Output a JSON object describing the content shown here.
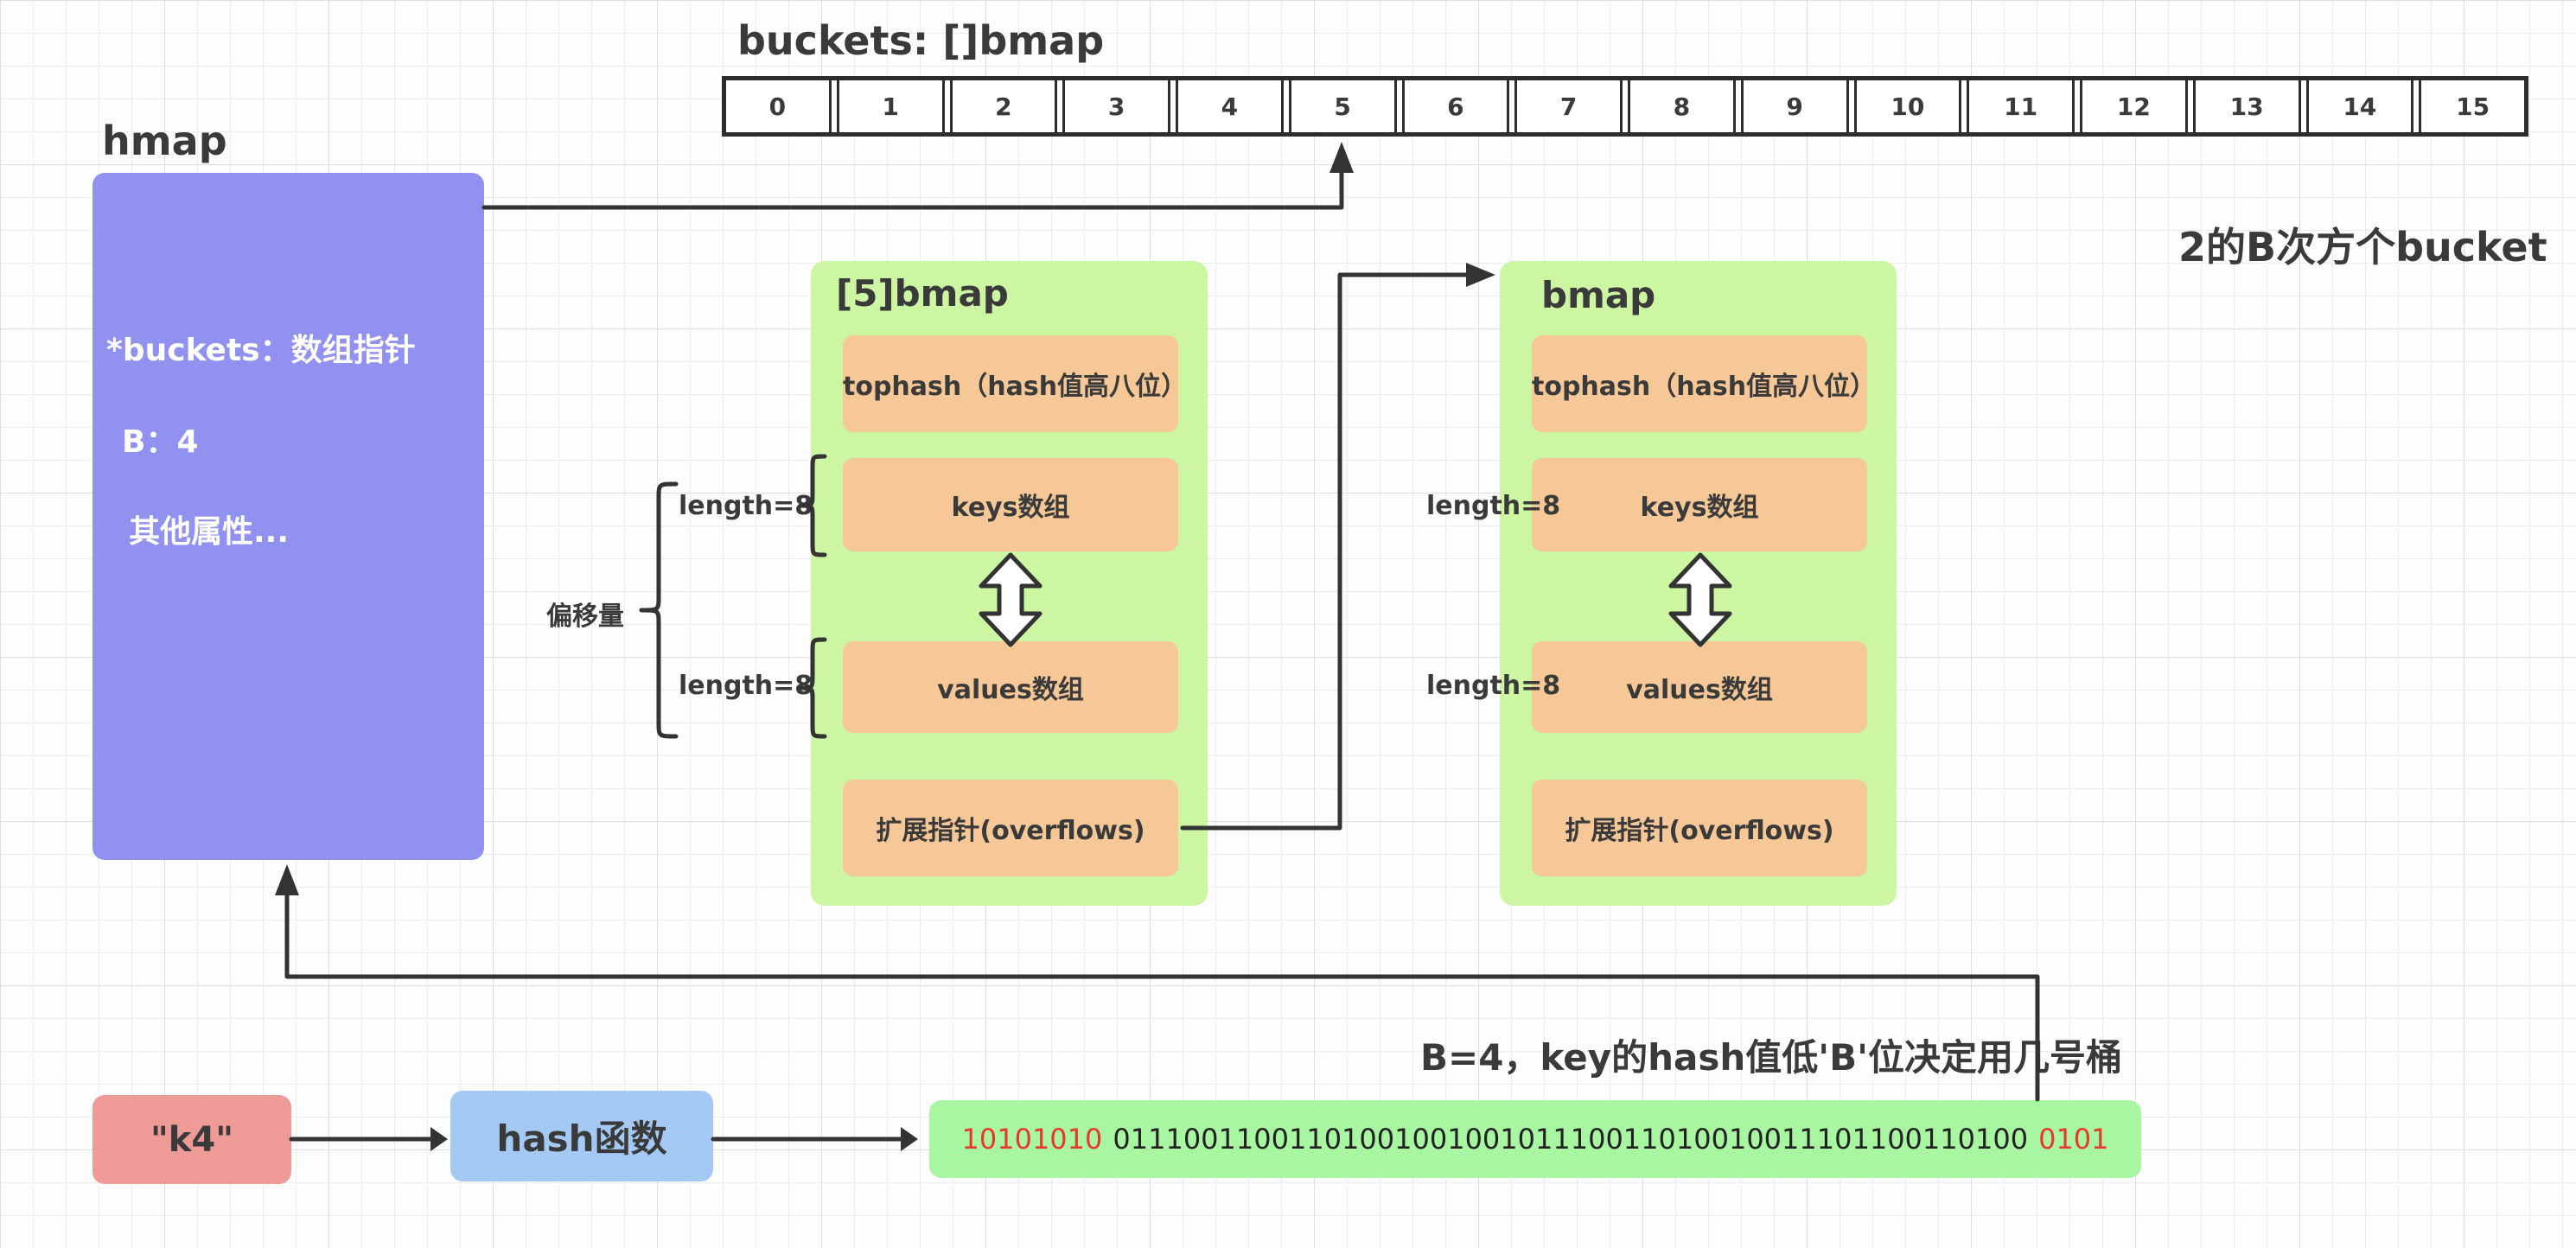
{
  "page": {
    "title": "buckets: []bmap",
    "bucket_note": "2的B次方个bucket",
    "flow_note": "B=4，key的hash值低'B'位决定用几号桶"
  },
  "buckets": {
    "cells": [
      "0",
      "1",
      "2",
      "3",
      "4",
      "5",
      "6",
      "7",
      "8",
      "9",
      "10",
      "11",
      "12",
      "13",
      "14",
      "15"
    ]
  },
  "hmap": {
    "label": "hmap",
    "fields": [
      "*buckets：数组指针",
      "B：4",
      "其他属性..."
    ]
  },
  "bucket5": {
    "title": "[5]bmap",
    "rows": [
      "tophash（hash值高八位）",
      "keys数组",
      "values数组",
      "扩展指针(overflows)"
    ]
  },
  "bucket_overflow": {
    "title": "bmap",
    "rows": [
      "tophash（hash值高八位）",
      "keys数组",
      "values数组",
      "扩展指针(overflows)"
    ]
  },
  "labels": {
    "length": "length=8",
    "offset": "偏移量"
  },
  "flow": {
    "key_label": "\"k4\"",
    "hash_label": "hash函数"
  },
  "hash": {
    "high": "10101010",
    "middle": "0111001100110100100100101110011010010011101100110100",
    "low": "0101"
  },
  "colors": {
    "hmap_fill": "#9191f0",
    "bmap_fill": "#cdf6a2",
    "row_fill": "#f6c897",
    "key_fill": "#ee9a97",
    "hash_fill": "#a5c9f5",
    "bits_fill": "#a8f5a2",
    "bits_highlight": "#e8382a",
    "line": "#333333"
  }
}
